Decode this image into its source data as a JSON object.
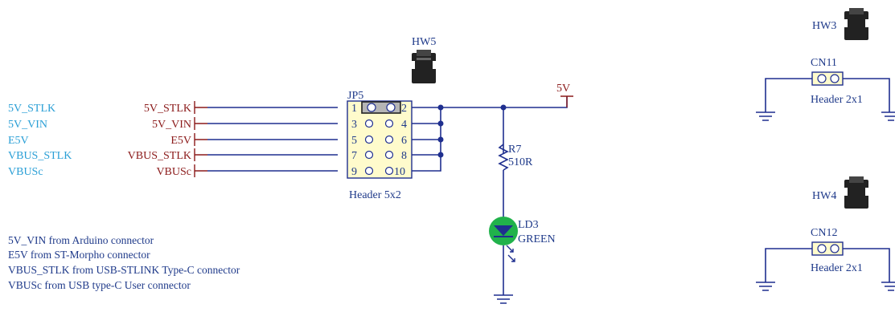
{
  "net_labels": [
    "5V_STLK",
    "5V_VIN",
    "E5V",
    "VBUS_STLK",
    "VBUSc"
  ],
  "port_labels": [
    "5V_STLK",
    "5V_VIN",
    "E5V",
    "VBUS_STLK",
    "VBUSc"
  ],
  "jp5": {
    "ref": "JP5",
    "value": "Header 5x2",
    "pins_left": [
      "1",
      "3",
      "5",
      "7",
      "9"
    ],
    "pins_right": [
      "2",
      "4",
      "6",
      "8",
      "10"
    ]
  },
  "hw5": "HW5",
  "power_5v": "5V",
  "r7": {
    "ref": "R7",
    "value": "510R"
  },
  "ld3": {
    "ref": "LD3",
    "value": "GREEN"
  },
  "notes": [
    "5V_VIN from Arduino connector",
    "E5V from ST-Morpho connector",
    "VBUS_STLK from USB-STLINK Type-C connector",
    "VBUSc from USB type-C User connector"
  ],
  "hw3": "HW3",
  "cn11": {
    "ref": "CN11",
    "value": "Header 2x1"
  },
  "hw4": "HW4",
  "cn12": {
    "ref": "CN12",
    "value": "Header 2x1"
  },
  "colors": {
    "wire": "#1f2f8f",
    "net": "#2a9fd6",
    "port": "#8b1a1a",
    "led": "#21b24b",
    "body": "#fffbcc"
  }
}
